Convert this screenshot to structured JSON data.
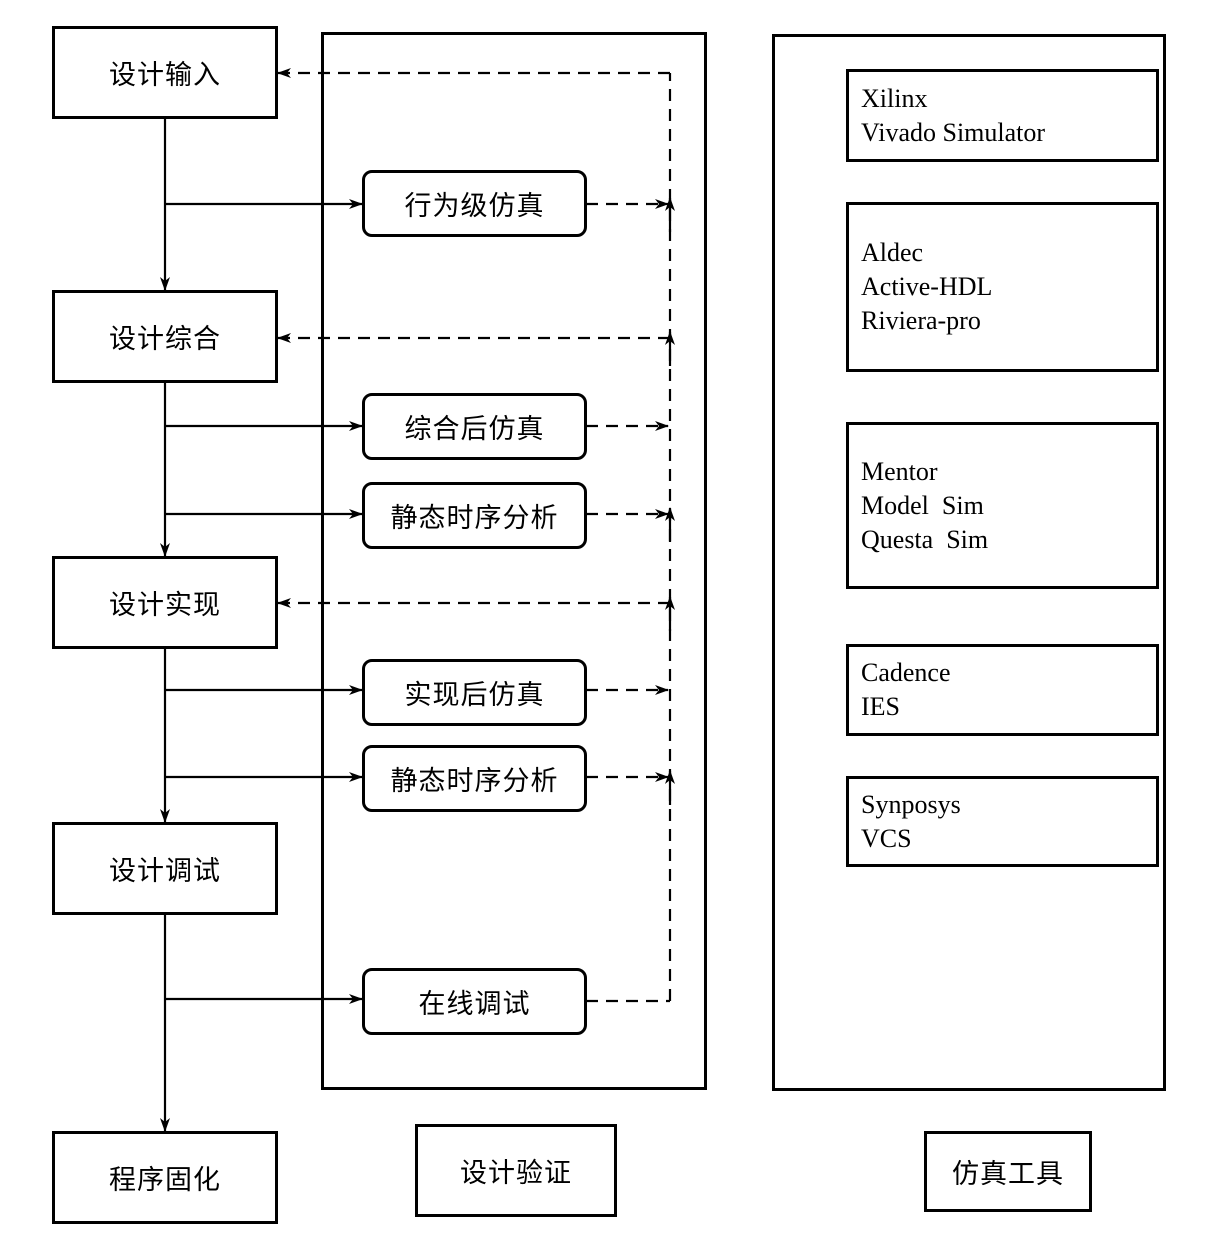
{
  "flow": {
    "steps": [
      {
        "label": "设计输入"
      },
      {
        "label": "设计综合"
      },
      {
        "label": "设计实现"
      },
      {
        "label": "设计调试"
      },
      {
        "label": "程序固化"
      }
    ]
  },
  "verification": {
    "caption": "设计验证",
    "items": [
      {
        "label": "行为级仿真"
      },
      {
        "label": "综合后仿真"
      },
      {
        "label": "静态时序分析"
      },
      {
        "label": "实现后仿真"
      },
      {
        "label": "静态时序分析"
      },
      {
        "label": "在线调试"
      }
    ]
  },
  "tools": {
    "caption": "仿真工具",
    "groups": [
      {
        "lines": [
          "Xilinx",
          "Vivado Simulator"
        ]
      },
      {
        "lines": [
          "Aldec",
          "Active-HDL",
          "Riviera-pro"
        ]
      },
      {
        "lines": [
          "Mentor",
          "Model  Sim",
          "Questa  Sim"
        ]
      },
      {
        "lines": [
          "Cadence",
          "IES"
        ]
      },
      {
        "lines": [
          "Synposys",
          "VCS"
        ]
      }
    ]
  }
}
